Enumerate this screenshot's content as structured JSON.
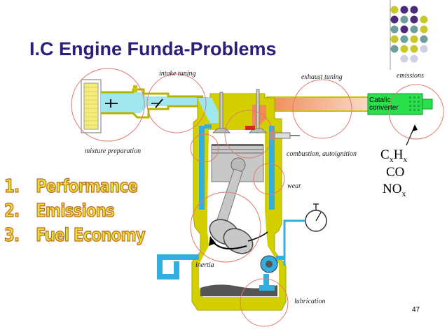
{
  "title": "I.C Engine Funda-Problems",
  "labels": {
    "intake_tuning": "intake tuning",
    "exhaust_tuning": "exhaust tuning",
    "emissions": "emissions",
    "catalytic_converter": "Catalic converter",
    "mixture_preparation": "mixture preparation",
    "combustion": "combustion, autoignition",
    "wear": "wear",
    "inertia": "inertia",
    "lubrication": "lubrication"
  },
  "pollutants": {
    "hc": {
      "base1": "C",
      "sub1": "x",
      "base2": "H",
      "sub2": "x"
    },
    "co": "CO",
    "nox": {
      "base": "NO",
      "sub": "x"
    }
  },
  "problems": [
    {
      "num": "1.",
      "text": "Performance"
    },
    {
      "num": "2.",
      "text": "Emissions"
    },
    {
      "num": "3.",
      "text": "Fuel Economy"
    }
  ],
  "page_number": "47",
  "colors": {
    "title": "#2b1f7a",
    "engine_body": "#d4d000",
    "coolant": "#33aee0",
    "intake_flow": "#9fe6ef",
    "exhaust_flow": "#f4b185",
    "highlight_circle": "#e07a70",
    "catalytic_converter": "#28e04a",
    "dot_purple": "#4b2b7a",
    "dot_teal": "#6e9e9e",
    "dot_olive": "#c8c82a",
    "dot_light": "#d0d0e4"
  }
}
